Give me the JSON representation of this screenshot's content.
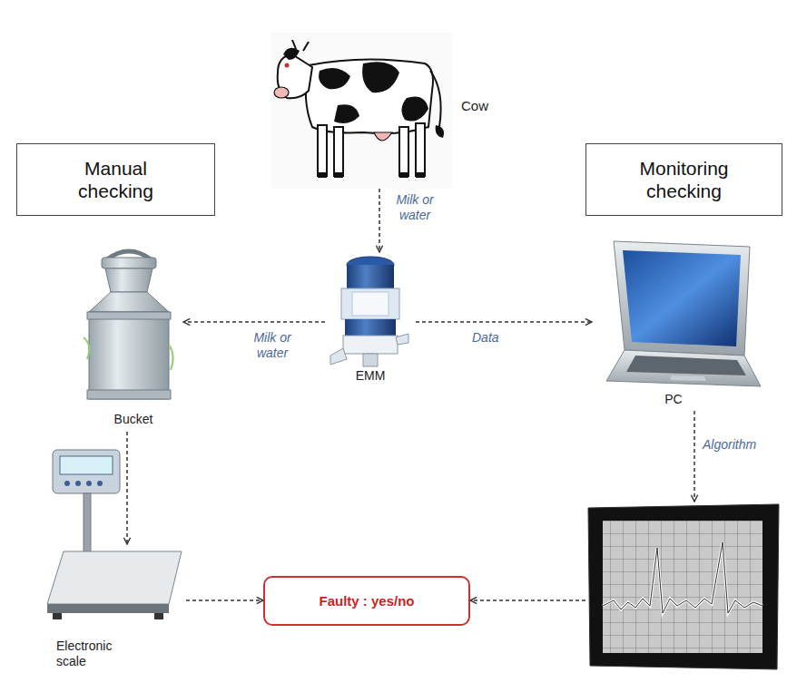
{
  "diagram": {
    "nodes": [
      {
        "text": [
          "Cow"
        ]
      },
      {
        "text": [
          "Manual checking"
        ]
      },
      {
        "text": [
          "Monitoring checking"
        ]
      },
      {
        "text": [
          "EMM"
        ]
      },
      {
        "text": [
          "Bucket"
        ]
      },
      {
        "text": [
          "PC"
        ]
      },
      {
        "text": [
          "Electronic scale"
        ]
      },
      {
        "text": [
          "Faulty : yes/no"
        ]
      },
      {
        "text": []
      }
    ],
    "edges": [
      {
        "from": 0,
        "to": 3,
        "label": "Milk or water",
        "arrow": "to"
      },
      {
        "from": 3,
        "to": 4,
        "label": "Milk or water",
        "arrow": "to"
      },
      {
        "from": 3,
        "to": 5,
        "label": "Data",
        "arrow": "to"
      },
      {
        "from": 5,
        "to": 8,
        "label": "Algorithm",
        "arrow": "to"
      },
      {
        "from": 4,
        "to": 6,
        "arrow": "to"
      },
      {
        "from": 6,
        "to": 7,
        "arrow": "to"
      },
      {
        "from": 8,
        "to": 7,
        "arrow": "to"
      }
    ]
  }
}
